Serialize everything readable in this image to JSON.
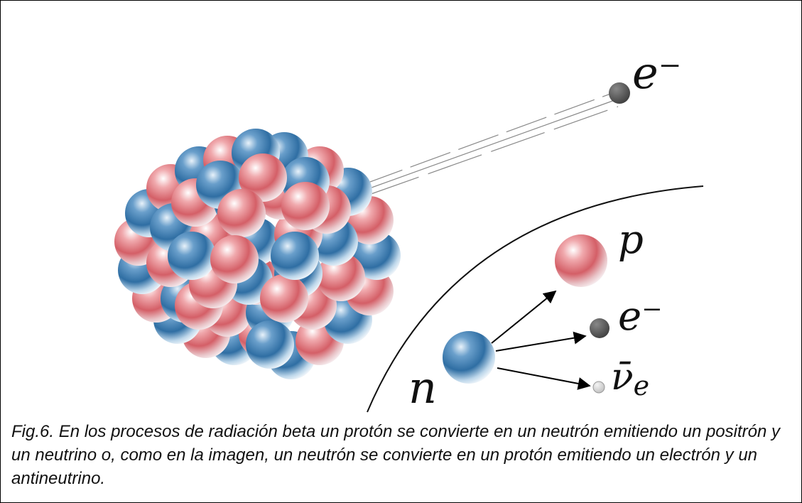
{
  "labels": {
    "electron_top": "e⁻",
    "proton": "p",
    "electron": "e⁻",
    "antineutrino": "ν̄",
    "antineutrino_sub": "e",
    "neutron": "n"
  },
  "colors": {
    "proton": "#d9686e",
    "neutron": "#3b78aa",
    "electron": "#4a4a4a",
    "antineutrino": "#d4d4d4"
  },
  "caption": "Fig.6. En los procesos de radiación beta un protón se convierte en un neutrón emitiendo un positrón y un neutrino o, como en la imagen, un neutrón se convierte en un protón emitiendo un electrón y un antineutrino."
}
